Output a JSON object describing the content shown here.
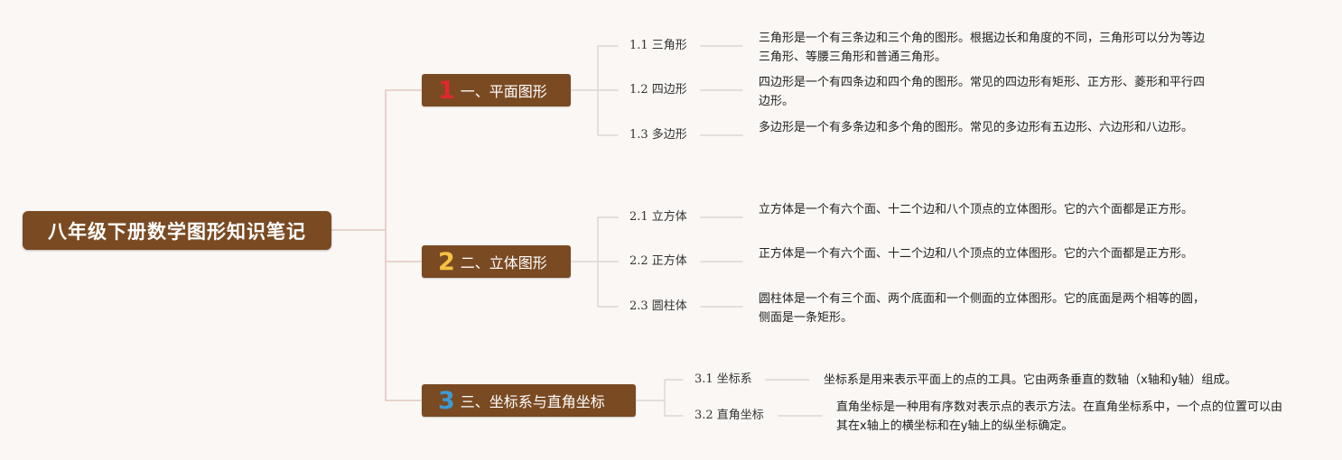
{
  "root": {
    "title": "八年级下册数学图形知识笔记"
  },
  "branches": [
    {
      "num": "1",
      "num_color": "#e0282e",
      "label": "一、平面图形",
      "topics": [
        {
          "num": "1.1",
          "label": "三角形",
          "desc": "三角形是一个有三条边和三个角的图形。根据边长和角度的不同，三角形可以分为等边三角形、等腰三角形和普通三角形。"
        },
        {
          "num": "1.2",
          "label": "四边形",
          "desc": "四边形是一个有四条边和四个角的图形。常见的四边形有矩形、正方形、菱形和平行四边形。"
        },
        {
          "num": "1.3",
          "label": "多边形",
          "desc": "多边形是一个有多条边和多个角的图形。常见的多边形有五边形、六边形和八边形。"
        }
      ]
    },
    {
      "num": "2",
      "num_color": "#f5c242",
      "label": "二、立体图形",
      "topics": [
        {
          "num": "2.1",
          "label": "立方体",
          "desc": "立方体是一个有六个面、十二个边和八个顶点的立体图形。它的六个面都是正方形。"
        },
        {
          "num": "2.2",
          "label": "正方体",
          "desc": "正方体是一个有六个面、十二个边和八个顶点的立体图形。它的六个面都是正方形。"
        },
        {
          "num": "2.3",
          "label": "圆柱体",
          "desc": "圆柱体是一个有三个面、两个底面和一个侧面的立体图形。它的底面是两个相等的圆，侧面是一条矩形。"
        }
      ]
    },
    {
      "num": "3",
      "num_color": "#3a9bd5",
      "label": "三、坐标系与直角坐标",
      "topics": [
        {
          "num": "3.1",
          "label": "坐标系",
          "desc": "坐标系是用来表示平面上的点的工具。它由两条垂直的数轴（x轴和y轴）组成。"
        },
        {
          "num": "3.2",
          "label": "直角坐标",
          "desc": "直角坐标是一种用有序数对表示点的表示方法。在直角坐标系中，一个点的位置可以由其在x轴上的横坐标和在y轴上的纵坐标确定。"
        }
      ]
    }
  ],
  "colors": {
    "node_bg": "#7a4a22",
    "line_main": "#e2c8c2",
    "line_sub": "#dcd6d2",
    "background": "#faf7f4"
  }
}
